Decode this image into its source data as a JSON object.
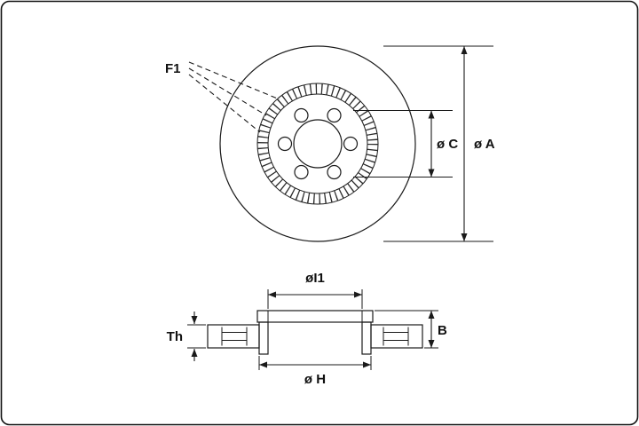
{
  "title": "Brake disc technical drawing",
  "front_view": {
    "label_f1": "F1",
    "dim_c": "ø C",
    "dim_a": "ø A"
  },
  "section_view": {
    "dim_i1": "øI1",
    "dim_th": "Th",
    "dim_b": "B",
    "dim_h": "ø H"
  },
  "colors": {
    "background": "#ffffff",
    "line": "#1a1a1a",
    "disc_fill": "#d8d8d8",
    "hole_fill": "#ffffff",
    "border": "#111111"
  }
}
